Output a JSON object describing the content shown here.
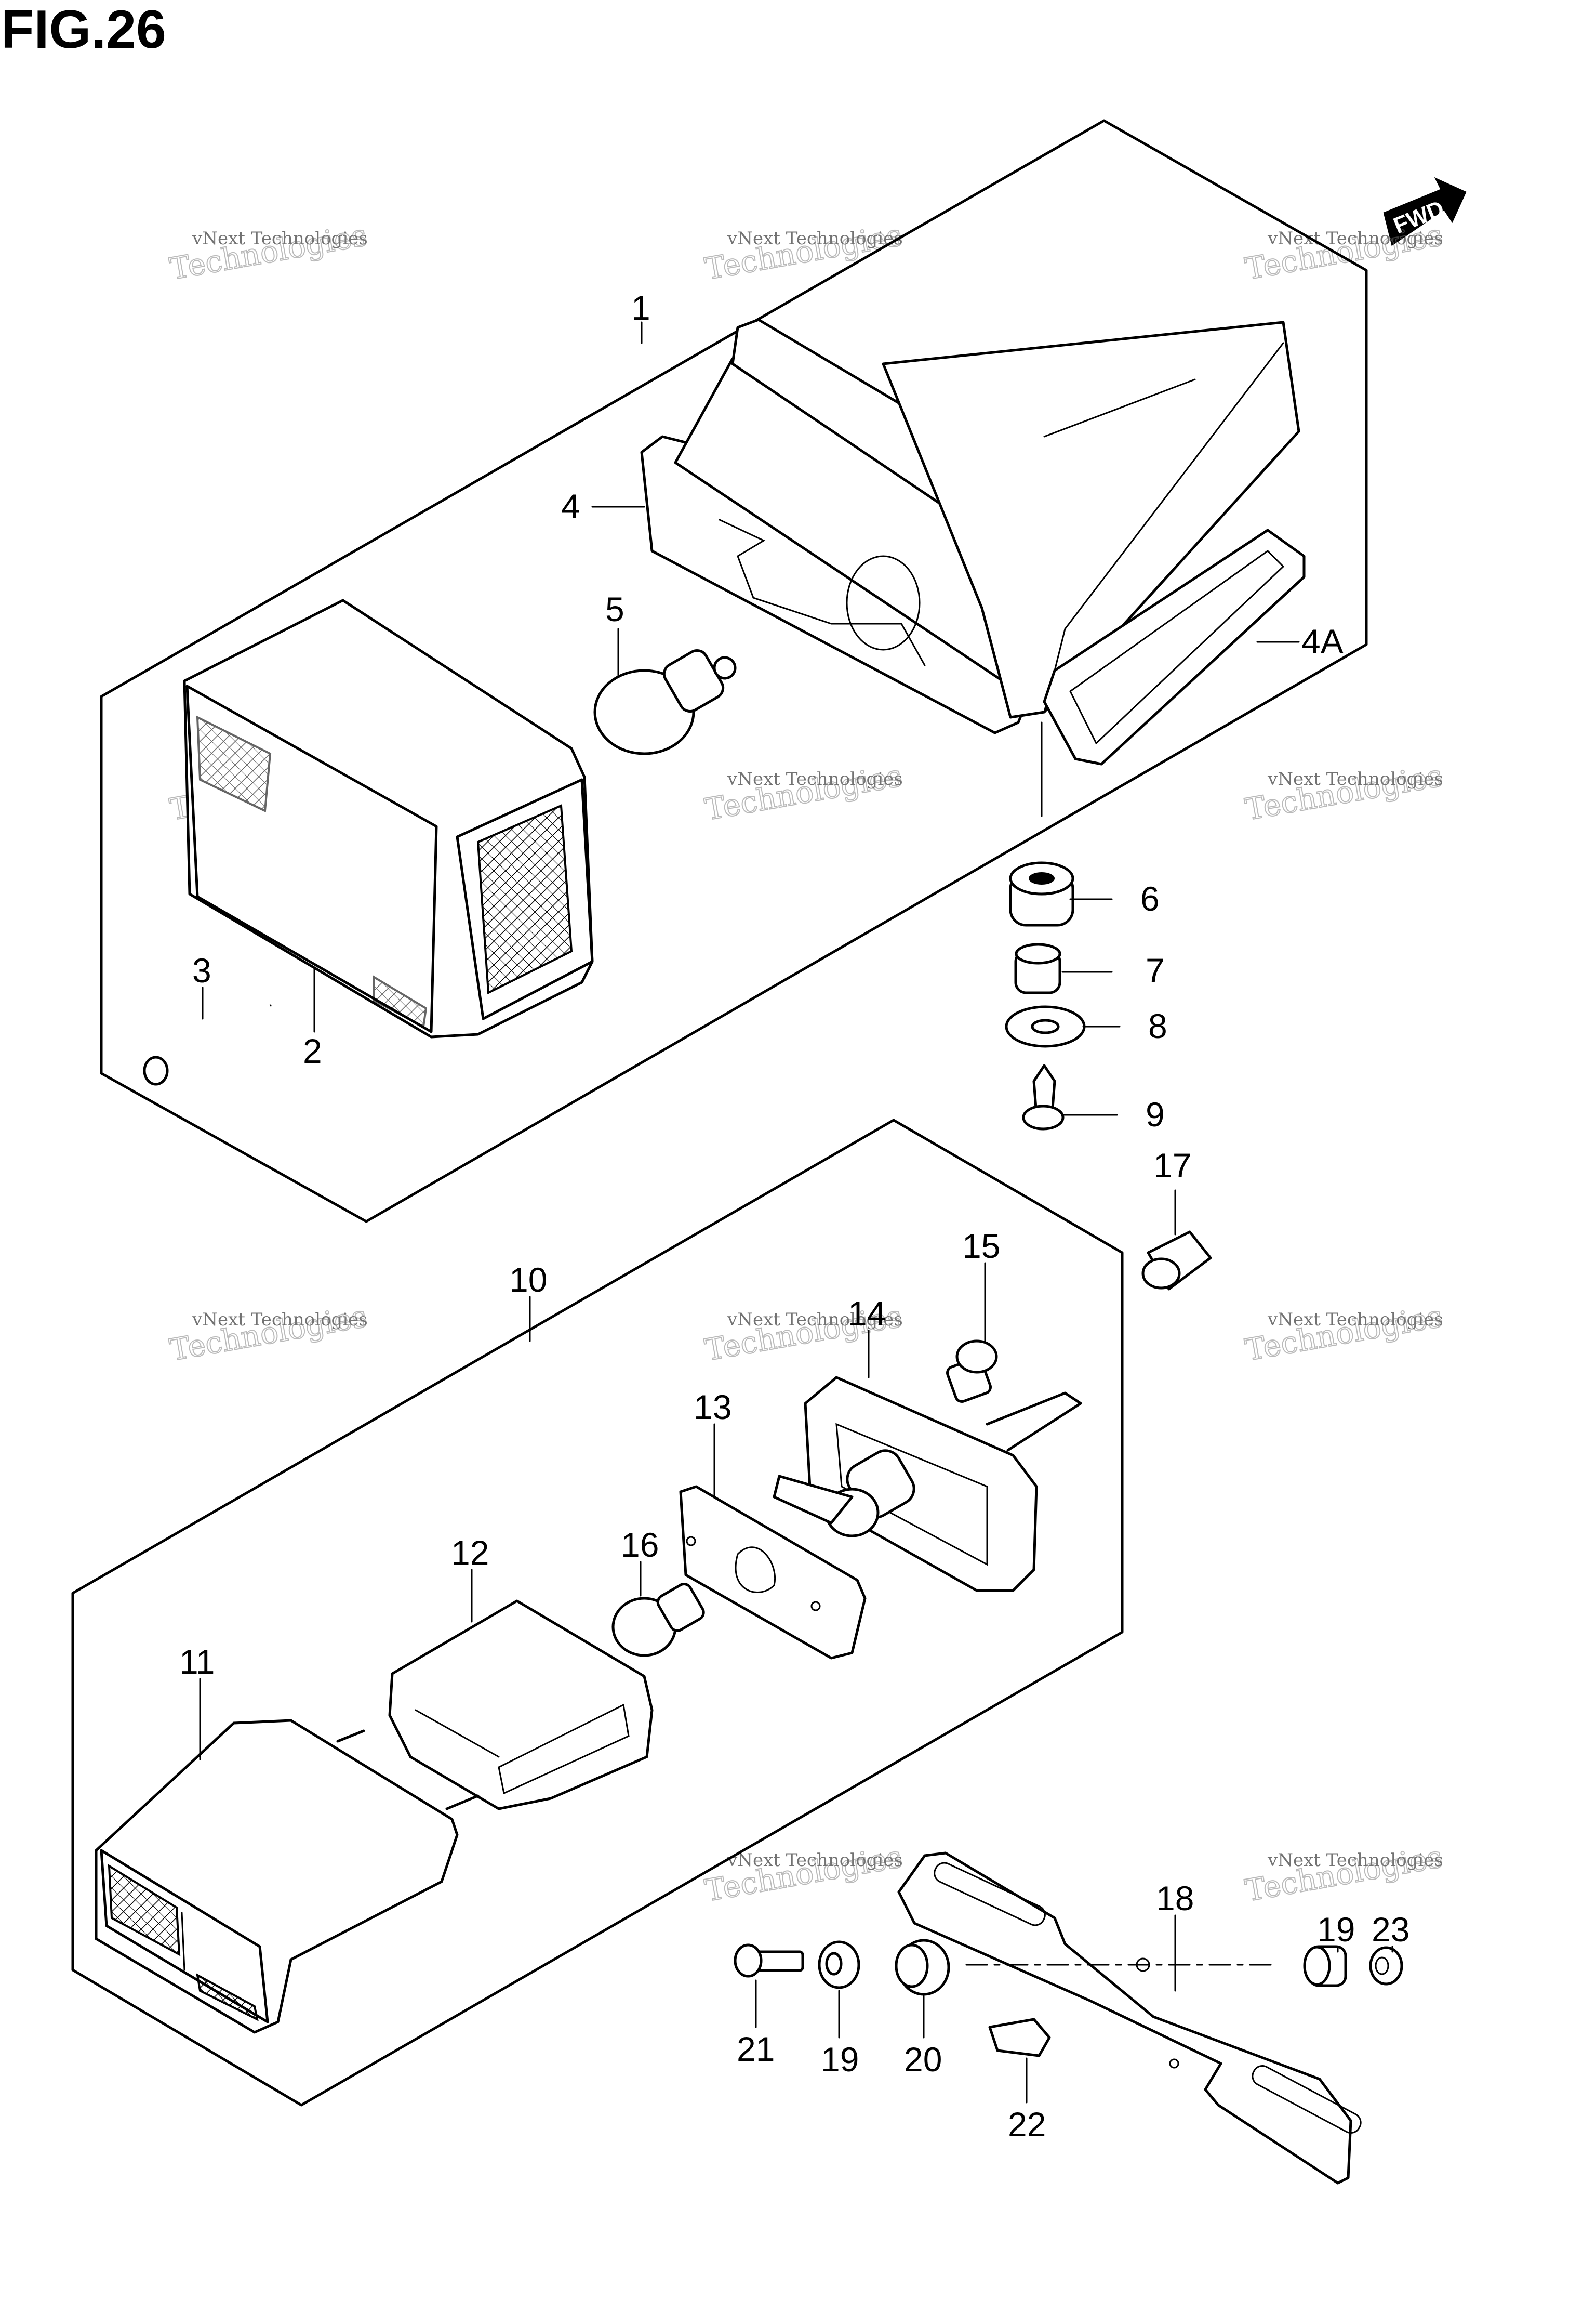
{
  "figure": {
    "title": "FIG.26"
  },
  "direction_marker": {
    "label": "FWD",
    "icon": "forward-arrow-icon"
  },
  "watermark": {
    "line1": "vNext",
    "line2": "Technologies",
    "line3": "vNext Technologies"
  },
  "callouts": {
    "c1": "1",
    "c2": "2",
    "c3": "3",
    "c4": "4",
    "c4a": "4A",
    "c5": "5",
    "c6": "6",
    "c7": "7",
    "c8": "8",
    "c9": "9",
    "c10": "10",
    "c11": "11",
    "c12": "12",
    "c13": "13",
    "c14": "14",
    "c15": "15",
    "c16": "16",
    "c17": "17",
    "c18": "18",
    "c19a": "19",
    "c19b": "19",
    "c20": "20",
    "c21": "21",
    "c22": "22",
    "c23": "23"
  }
}
